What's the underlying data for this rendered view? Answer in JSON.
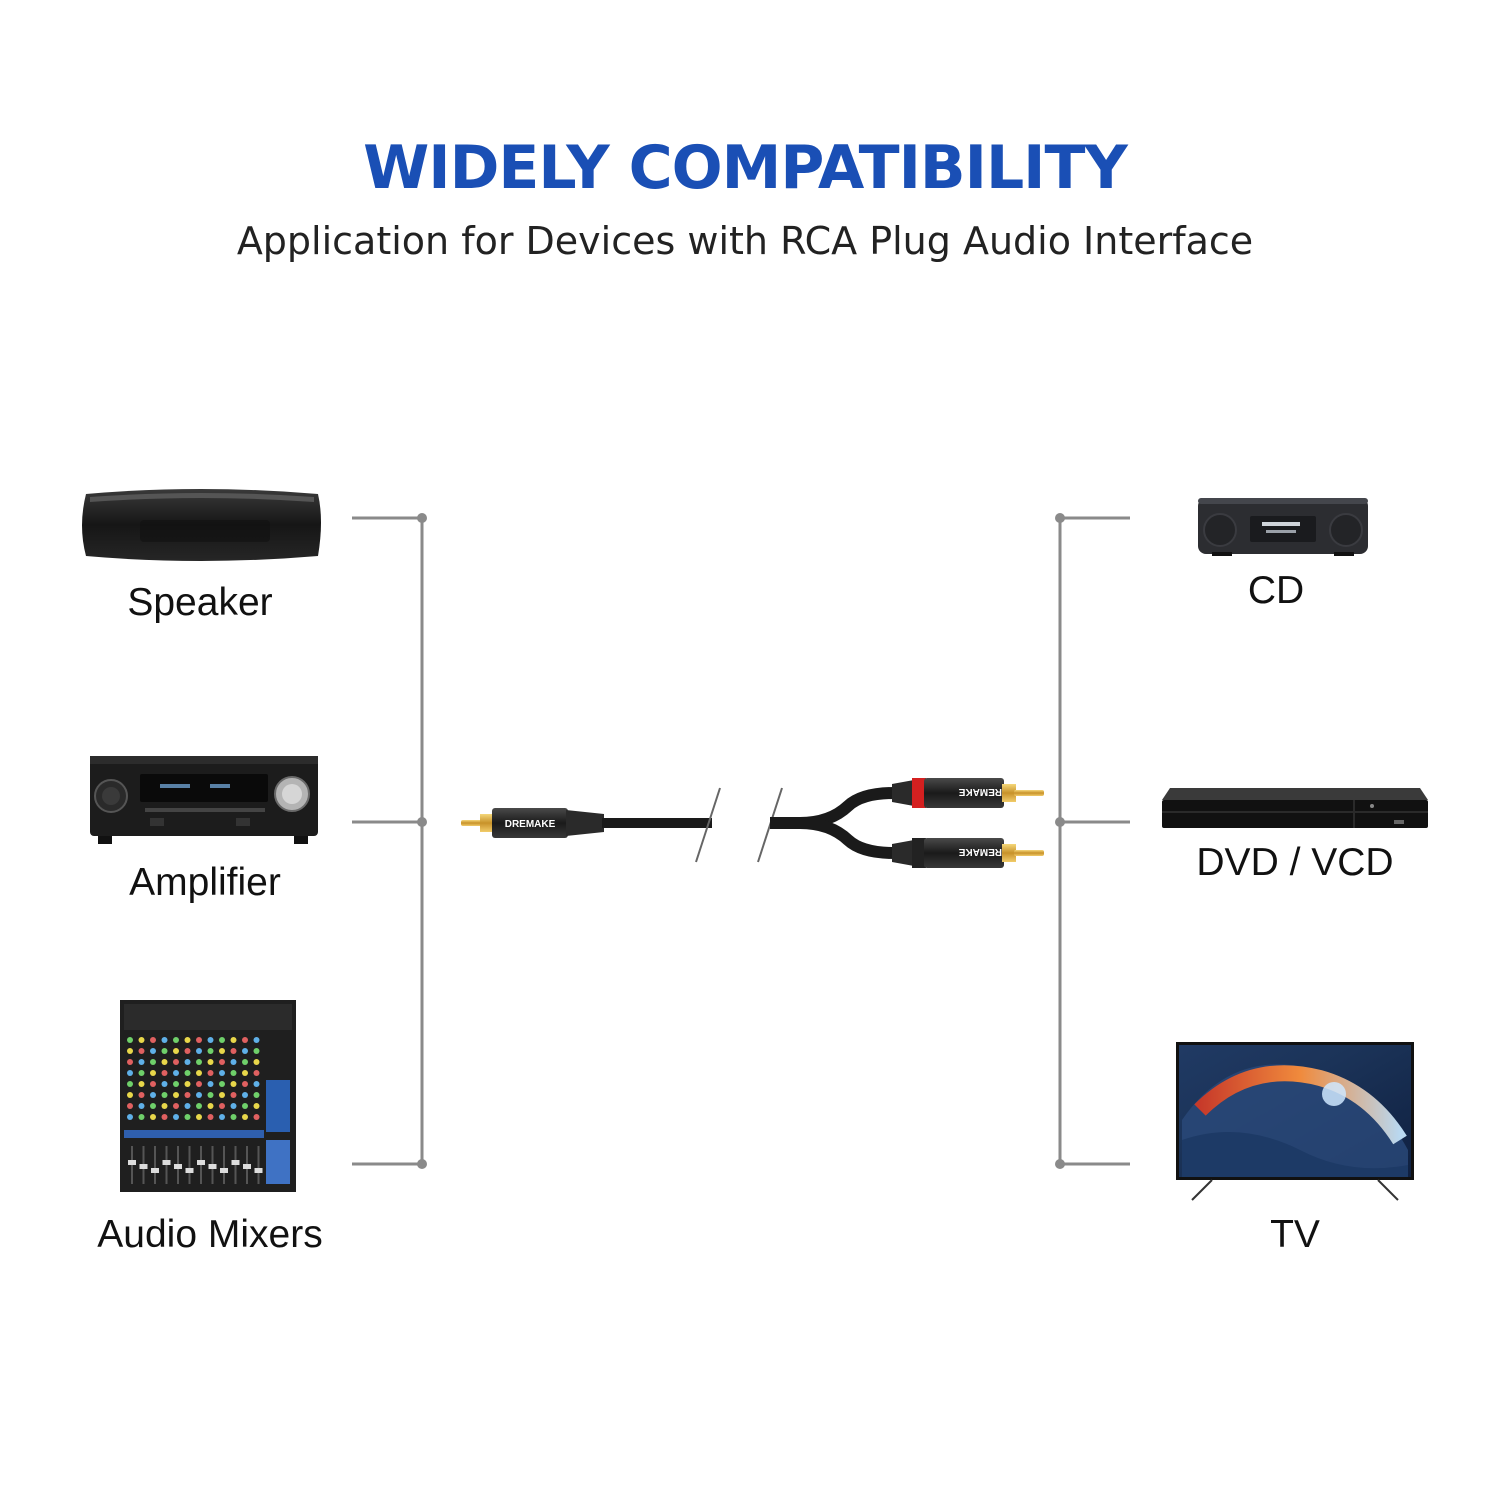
{
  "header": {
    "title": "WIDELY COMPATIBILITY",
    "subtitle": "Application for Devices with RCA Plug Audio Interface"
  },
  "devices_left": [
    {
      "label": "Speaker",
      "icon": "speaker-icon"
    },
    {
      "label": "Amplifier",
      "icon": "amplifier-icon"
    },
    {
      "label": "Audio Mixers",
      "icon": "audio-mixer-icon"
    }
  ],
  "devices_right": [
    {
      "label": "CD",
      "icon": "cd-player-icon"
    },
    {
      "label": "DVD / VCD",
      "icon": "dvd-player-icon"
    },
    {
      "label": "TV",
      "icon": "tv-icon"
    }
  ],
  "cable": {
    "brand": "DREMAKE",
    "icon": "rca-cable-icon",
    "plug_colors": {
      "red": "#d42020",
      "white": "#222222",
      "gold": "#e3b23c"
    }
  },
  "colors": {
    "title": "#1a4fb5",
    "connector_lines": "#8a8a8a"
  }
}
